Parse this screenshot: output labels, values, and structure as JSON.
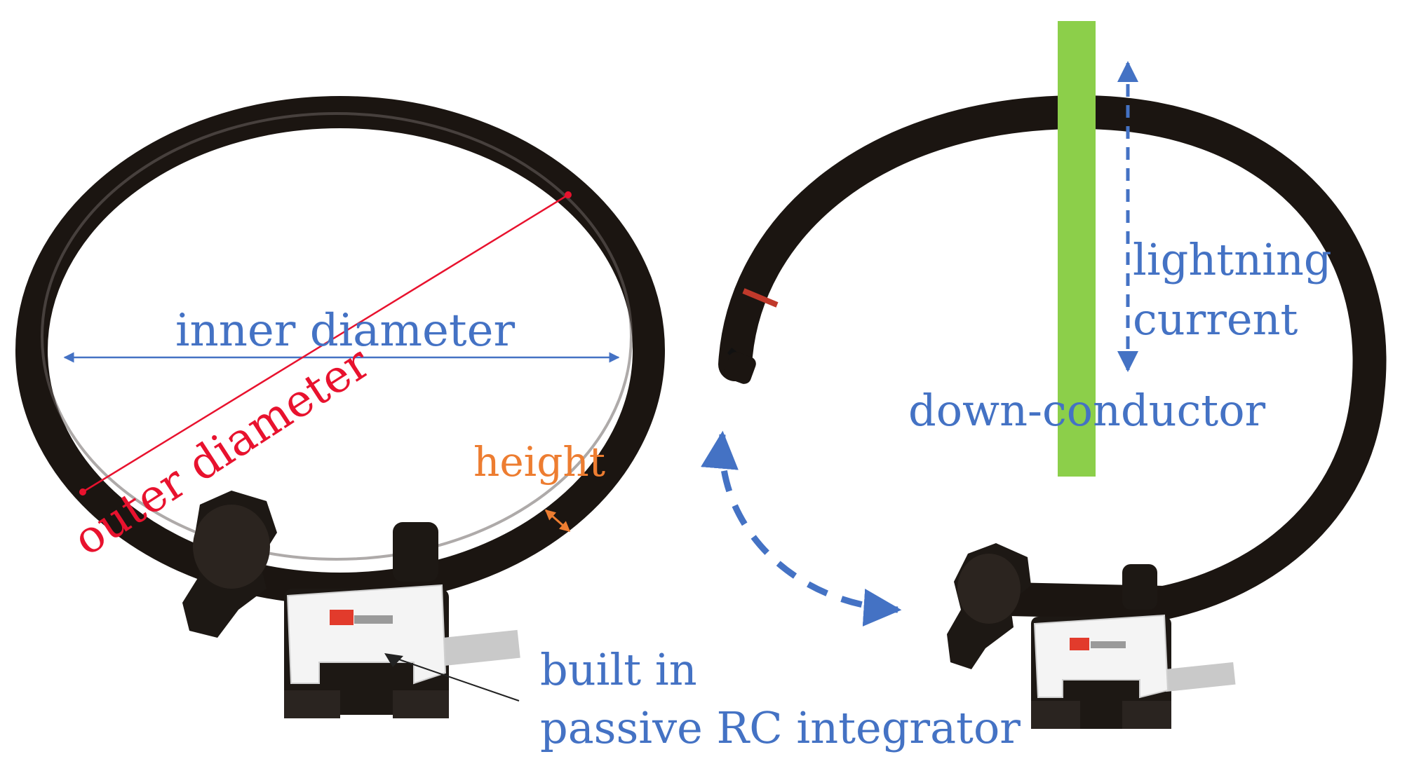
{
  "labels": {
    "inner_diameter": "inner diameter",
    "outer_diameter": "outer diameter",
    "height": "height",
    "built_in_line1": "built in",
    "built_in_line2": "passive RC integrator",
    "lightning_line1": "lightning",
    "lightning_line2": "current",
    "down_conductor": "down-conductor"
  },
  "colors": {
    "annotation_blue": "#4472c4",
    "annotation_red": "#e8122e",
    "annotation_orange": "#ed7d31",
    "conductor_green": "#8ccf4a",
    "coil_black": "#1b1511",
    "integrator_box": "#f4f4f4"
  }
}
